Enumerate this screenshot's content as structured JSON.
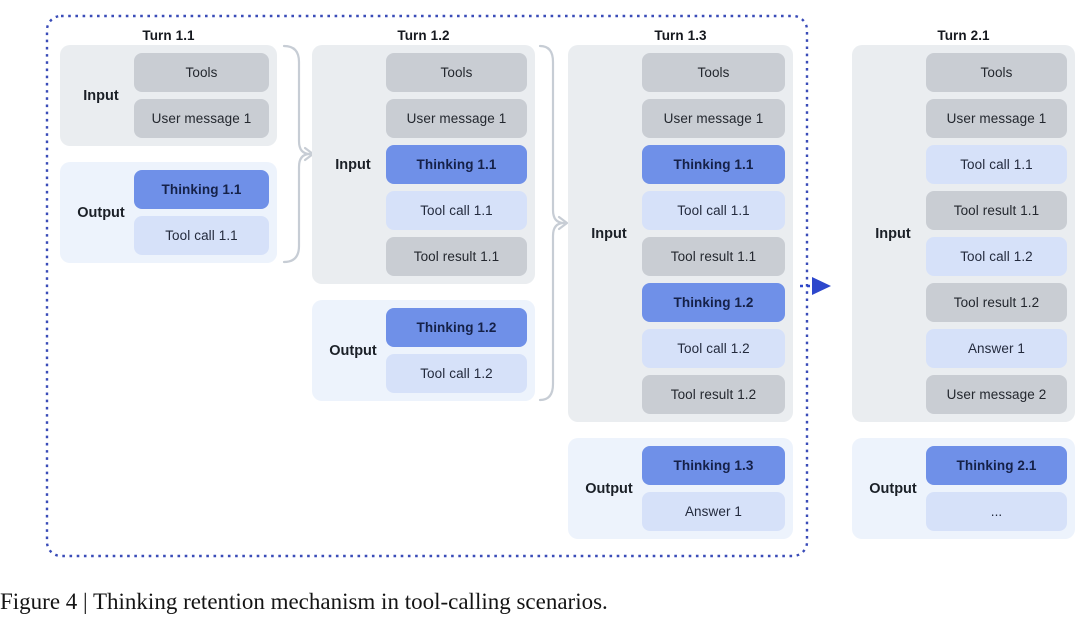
{
  "caption": "Figure 4 | Thinking retention mechanism in tool-calling scenarios.",
  "colors": {
    "context_box": "#C9CDD3",
    "thinking_box": "#6F90E8",
    "tool_call_box": "#D6E1F9",
    "input_group_bg": "#EAEDF0",
    "output_group_bg": "#EDF3FC",
    "dashed_border": "#3A4CB8",
    "transition_arrow": "#2D47CC",
    "brace_connector": "#C7CDD5"
  },
  "icons": {
    "brace_1": "curly-brace-arrow-right",
    "brace_2": "curly-brace-arrow-right",
    "transition": "solid-right-arrowhead"
  },
  "columns": [
    {
      "title": "Turn 1.1",
      "input": {
        "label": "Input",
        "boxes": [
          {
            "text": "Tools",
            "type": "context"
          },
          {
            "text": "User message 1",
            "type": "context"
          }
        ]
      },
      "output": {
        "label": "Output",
        "boxes": [
          {
            "text": "Thinking 1.1",
            "type": "thinking"
          },
          {
            "text": "Tool call 1.1",
            "type": "tool-call"
          }
        ]
      }
    },
    {
      "title": "Turn 1.2",
      "input": {
        "label": "Input",
        "boxes": [
          {
            "text": "Tools",
            "type": "context"
          },
          {
            "text": "User message 1",
            "type": "context"
          },
          {
            "text": "Thinking 1.1",
            "type": "thinking"
          },
          {
            "text": "Tool call 1.1",
            "type": "tool-call"
          },
          {
            "text": "Tool result 1.1",
            "type": "context"
          }
        ]
      },
      "output": {
        "label": "Output",
        "boxes": [
          {
            "text": "Thinking 1.2",
            "type": "thinking"
          },
          {
            "text": "Tool call 1.2",
            "type": "tool-call"
          }
        ]
      }
    },
    {
      "title": "Turn 1.3",
      "input": {
        "label": "Input",
        "boxes": [
          {
            "text": "Tools",
            "type": "context"
          },
          {
            "text": "User message 1",
            "type": "context"
          },
          {
            "text": "Thinking 1.1",
            "type": "thinking"
          },
          {
            "text": "Tool call 1.1",
            "type": "tool-call"
          },
          {
            "text": "Tool result 1.1",
            "type": "context"
          },
          {
            "text": "Thinking 1.2",
            "type": "thinking"
          },
          {
            "text": "Tool call 1.2",
            "type": "tool-call"
          },
          {
            "text": "Tool result 1.2",
            "type": "context"
          }
        ]
      },
      "output": {
        "label": "Output",
        "boxes": [
          {
            "text": "Thinking 1.3",
            "type": "thinking"
          },
          {
            "text": "Answer 1",
            "type": "tool-call"
          }
        ]
      }
    },
    {
      "title": "Turn 2.1",
      "input": {
        "label": "Input",
        "boxes": [
          {
            "text": "Tools",
            "type": "context"
          },
          {
            "text": "User message 1",
            "type": "context"
          },
          {
            "text": "Tool call 1.1",
            "type": "tool-call"
          },
          {
            "text": "Tool result 1.1",
            "type": "context"
          },
          {
            "text": "Tool call 1.2",
            "type": "tool-call"
          },
          {
            "text": "Tool result 1.2",
            "type": "context"
          },
          {
            "text": "Answer 1",
            "type": "tool-call"
          },
          {
            "text": "User message 2",
            "type": "context"
          }
        ]
      },
      "output": {
        "label": "Output",
        "boxes": [
          {
            "text": "Thinking 2.1",
            "type": "thinking"
          },
          {
            "text": "...",
            "type": "tool-call"
          }
        ]
      }
    }
  ]
}
